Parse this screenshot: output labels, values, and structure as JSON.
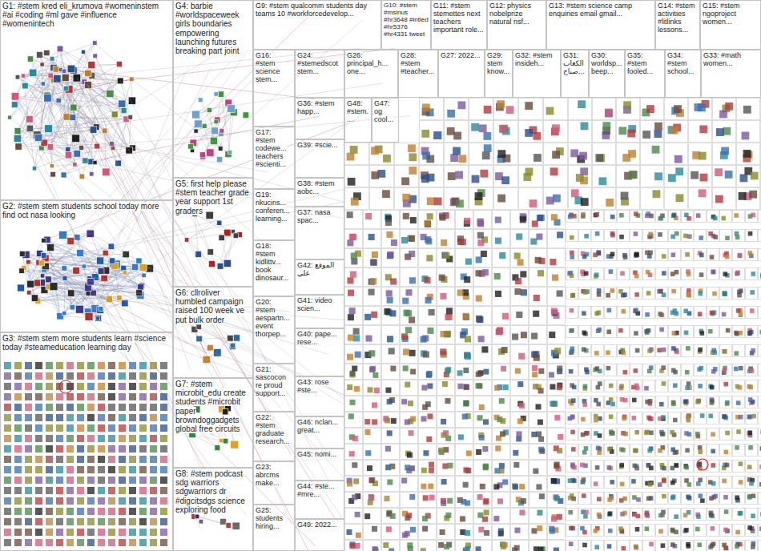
{
  "diagram": {
    "nodes": [
      {
        "text": [
          "G1: #stem kred eli_krumova #womeninstem #ai #coding #ml gave #influence #womenintech"
        ]
      },
      {
        "text": [
          "G2: #stem stem students school today more find oct nasa looking"
        ]
      },
      {
        "text": [
          "G3: #stem stem more students learn #science today #steameducation learning day"
        ]
      },
      {
        "text": [
          "G4: barbie #worldspaceweek girls boundaries empowering launching futures breaking part joint"
        ]
      },
      {
        "text": [
          "G5: first help please #stem teacher grade year support 1st graders"
        ]
      },
      {
        "text": [
          "G6: cllroliver humbled campaign raised 100 week ve put bulk order"
        ]
      },
      {
        "text": [
          "G7: #stem microbit_edu create students #microbit paper browndoggadgets global free circuits"
        ]
      },
      {
        "text": [
          "G8: #stem podcast sdg warriors sdgwarriors dr #digcitsdgs science exploring food"
        ]
      },
      {
        "text": [
          "G9: #stem qualcomm students day teams 10 #workforcedevelop..."
        ]
      },
      {
        "text": [
          "G10: #stem #msinus #hr3648 #intled #hr5376 #hr4331 tweet"
        ]
      },
      {
        "text": [
          "G11: #stem stemettes next teachers important role..."
        ]
      },
      {
        "text": [
          "G12: physics nobelprize natural nsf..."
        ]
      },
      {
        "text": [
          "G13: #stem science camp enquiries email gmail..."
        ]
      },
      {
        "text": [
          "G14: #stem activities #litlinks lessons..."
        ]
      },
      {
        "text": [
          "G15: #stem ngoproject women..."
        ]
      },
      {
        "text": [
          "G16: #stem science stem..."
        ]
      },
      {
        "text": [
          "G17: #stem codewe... teachers #scienti..."
        ]
      },
      {
        "text": [
          "G18: #stem kidlittv... book dinosaur..."
        ]
      },
      {
        "text": [
          "G19: nkucins... conferen... learning..."
        ]
      },
      {
        "text": [
          "G20: #stem aespartn... event thorpep..."
        ]
      },
      {
        "text": [
          "G21: sascocon re proud support..."
        ]
      },
      {
        "text": [
          "G22: #stem graduate research..."
        ]
      },
      {
        "text": [
          "G23: abrcms make..."
        ]
      },
      {
        "text": [
          "G24: #stemedscot stem..."
        ]
      },
      {
        "text": [
          "G25: students hiring..."
        ]
      },
      {
        "text": [
          "G26: principal_h... one..."
        ]
      },
      {
        "text": [
          "G27: 2022..."
        ]
      },
      {
        "text": [
          "G28: #stem #teacher..."
        ]
      },
      {
        "text": [
          "G29: stem know..."
        ]
      },
      {
        "text": [
          "G30: worldsp... beep..."
        ]
      },
      {
        "text": [
          "G31: الکعاب صباح..."
        ]
      },
      {
        "text": [
          "G32: #stem insideh..."
        ]
      },
      {
        "text": [
          "G33: #math women..."
        ]
      },
      {
        "text": [
          "G34: #stem school..."
        ]
      },
      {
        "text": [
          "G35: #stem fooled..."
        ]
      },
      {
        "text": [
          "G36: #stem happ..."
        ]
      },
      {
        "text": [
          "G37: nasa spac..."
        ]
      },
      {
        "text": [
          "G38: #stem aobc..."
        ]
      },
      {
        "text": [
          "G39: #scie..."
        ]
      },
      {
        "text": [
          "G40: pape... rese..."
        ]
      },
      {
        "text": [
          "G41: video scien..."
        ]
      },
      {
        "text": [
          "G42: الموقع علي"
        ]
      },
      {
        "text": [
          "G43: rose #ste..."
        ]
      },
      {
        "text": [
          "G44: #ste... #mre..."
        ]
      },
      {
        "text": [
          "G45: nomi..."
        ]
      },
      {
        "text": [
          "G46: nclan... great..."
        ]
      },
      {
        "text": [
          "G47: og cool..."
        ]
      },
      {
        "text": [
          "G48: #stem..."
        ]
      },
      {
        "text": [
          "G49: 2022..."
        ]
      }
    ]
  }
}
